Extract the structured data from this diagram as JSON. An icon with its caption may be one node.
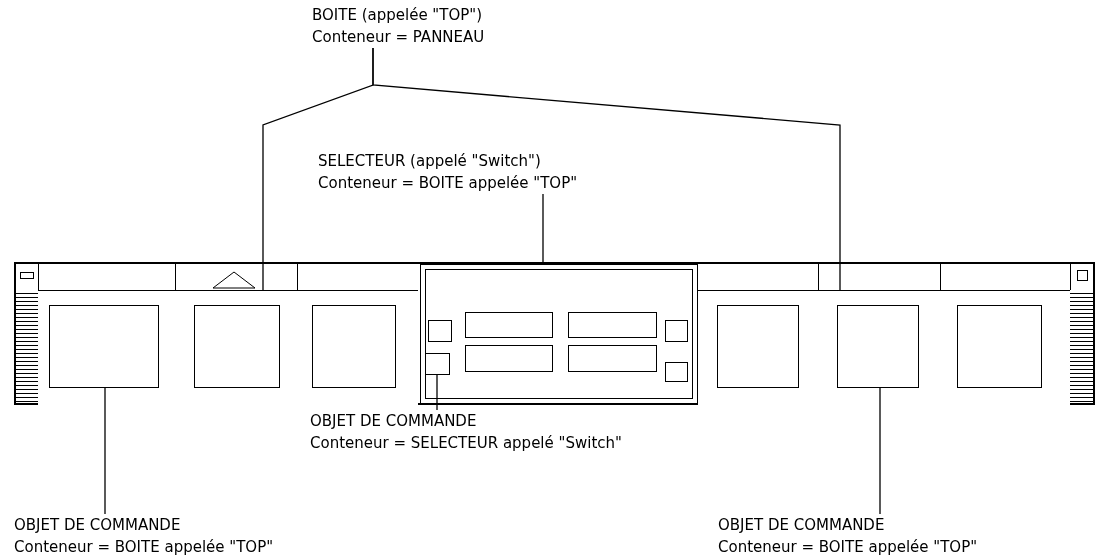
{
  "diagram": {
    "nodes": [
      {
        "text": [
          "BOITE (appelée \"TOP\")",
          "Conteneur = PANNEAU"
        ]
      },
      {
        "text": [
          "SELECTEUR (appelé \"Switch\")",
          "Conteneur = BOITE appelée \"TOP\""
        ]
      },
      {
        "text": [],
        "shape": "box"
      },
      {
        "text": [],
        "shape": "box",
        "in": 2
      },
      {
        "text": [],
        "shape": "box",
        "in": 3
      },
      {
        "text": [],
        "shape": "box",
        "in": 3
      },
      {
        "text": [],
        "shape": "box",
        "in": 3
      },
      {
        "text": [],
        "shape": "box",
        "in": 2
      },
      {
        "text": [],
        "shape": "box",
        "in": 7
      },
      {
        "text": [],
        "shape": "box",
        "in": 7
      },
      {
        "text": [],
        "shape": "box",
        "in": 7
      },
      {
        "text": [],
        "shape": "box",
        "in": 7
      },
      {
        "text": [],
        "shape": "box",
        "in": 7
      },
      {
        "text": [],
        "shape": "box",
        "in": 7
      },
      {
        "text": [],
        "shape": "box",
        "in": 7
      },
      {
        "text": [],
        "shape": "box",
        "in": 7
      },
      {
        "text": [],
        "shape": "box",
        "in": 2
      },
      {
        "text": [],
        "shape": "box",
        "in": 16
      },
      {
        "text": [],
        "shape": "box",
        "in": 16
      },
      {
        "text": [],
        "shape": "box",
        "in": 16
      },
      {
        "text": [
          "OBJET DE COMMANDE",
          "Conteneur = SELECTEUR appelé \"Switch\""
        ]
      },
      {
        "text": [
          "OBJET DE COMMANDE",
          "Conteneur = BOITE appelée \"TOP\""
        ]
      },
      {
        "text": [
          "OBJET DE COMMANDE",
          "Conteneur = BOITE appelée \"TOP\""
        ]
      }
    ],
    "edges": [
      {
        "from": 0,
        "to": 3,
        "arrow": "none"
      },
      {
        "from": 0,
        "to": 16,
        "arrow": "none"
      },
      {
        "from": 1,
        "to": 7,
        "arrow": "none"
      },
      {
        "from": 20,
        "to": 12,
        "arrow": "none"
      },
      {
        "from": 21,
        "to": 4,
        "arrow": "none"
      },
      {
        "from": 22,
        "to": 18,
        "arrow": "none"
      }
    ]
  }
}
